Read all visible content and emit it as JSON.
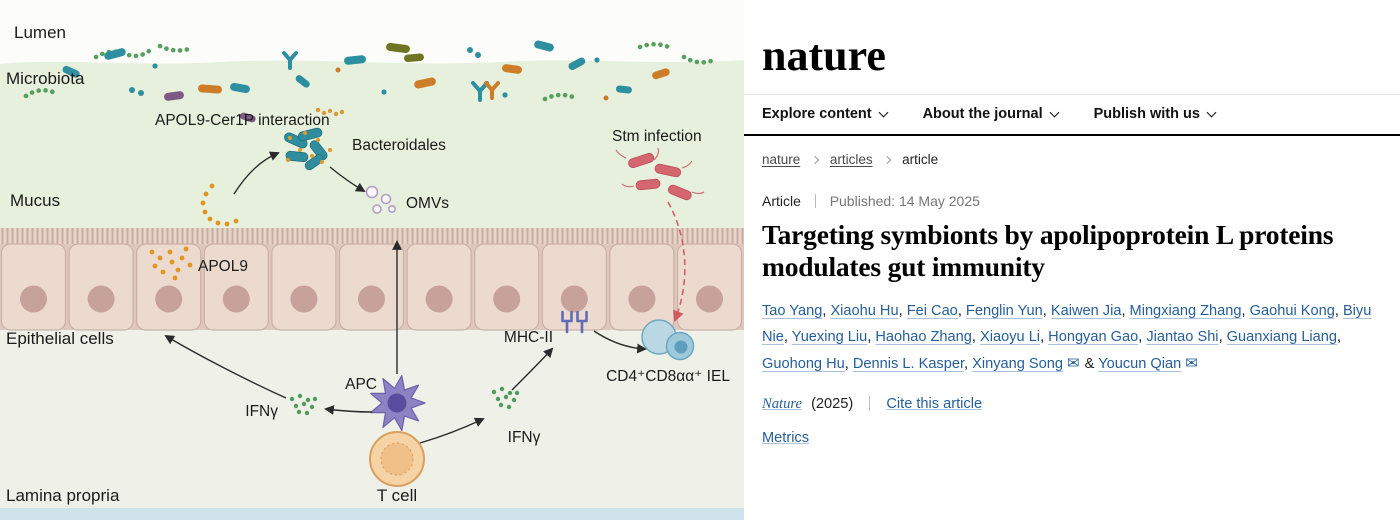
{
  "figure": {
    "labels": {
      "lumen": "Lumen",
      "microbiota": "Microbiota",
      "apol9_cer1p": "APOL9-Cer1P interaction",
      "bacteroidales": "Bacteroidales",
      "mucus": "Mucus",
      "omvs": "OMVs",
      "apol9": "APOL9",
      "stm_infection": "Stm infection",
      "epithelial_cells": "Epithelial cells",
      "mhc2": "MHC-II",
      "iel": "CD4⁺CD8αα⁺ IEL",
      "ifng": "IFNγ",
      "apc": "APC",
      "t_cell": "T cell",
      "lamina_propria": "Lamina propria"
    },
    "colors": {
      "mucus_green": "#e7efdd",
      "epithelium_pink": "#ecdacf",
      "lamina_grey": "#eff0e7",
      "stm_red": "#d4666f",
      "apol9_orange": "#e0951f",
      "ifng_green": "#4f9a5f",
      "apc_purple": "#8d82c4",
      "tcell_orange": "#f6d3a4",
      "iel_blue": "#9ccadb"
    }
  },
  "site": {
    "logo": "nature",
    "colors": {
      "link_blue": "#265e9a"
    },
    "nav": [
      {
        "label": "Explore content"
      },
      {
        "label": "About the journal"
      },
      {
        "label": "Publish with us"
      }
    ],
    "breadcrumb": {
      "items": [
        "nature",
        "articles",
        "article"
      ]
    },
    "article": {
      "type_label": "Article",
      "published_label": "Published:",
      "published_date": "14 May 2025",
      "title": "Targeting symbionts by apolipoprotein L proteins modulates gut immunity",
      "authors": [
        {
          "name": "Tao Yang"
        },
        {
          "name": "Xiaohu Hu"
        },
        {
          "name": "Fei Cao"
        },
        {
          "name": "Fenglin Yun"
        },
        {
          "name": "Kaiwen Jia"
        },
        {
          "name": "Mingxiang Zhang"
        },
        {
          "name": "Gaohui Kong"
        },
        {
          "name": "Biyu Nie"
        },
        {
          "name": "Yuexing Liu"
        },
        {
          "name": "Haohao Zhang"
        },
        {
          "name": "Xiaoyu Li"
        },
        {
          "name": "Hongyan Gao"
        },
        {
          "name": "Jiantao Shi"
        },
        {
          "name": "Guanxiang Liang"
        },
        {
          "name": "Guohong Hu"
        },
        {
          "name": "Dennis L. Kasper"
        },
        {
          "name": "Xinyang Song",
          "email": true
        },
        {
          "name": "Youcun Qian",
          "email": true
        }
      ],
      "author_sep": ", ",
      "author_amp": " & ",
      "email_icon": "✉",
      "journal": "Nature",
      "year": "(2025)",
      "cite_label": "Cite this article",
      "metrics_label": "Metrics"
    }
  }
}
